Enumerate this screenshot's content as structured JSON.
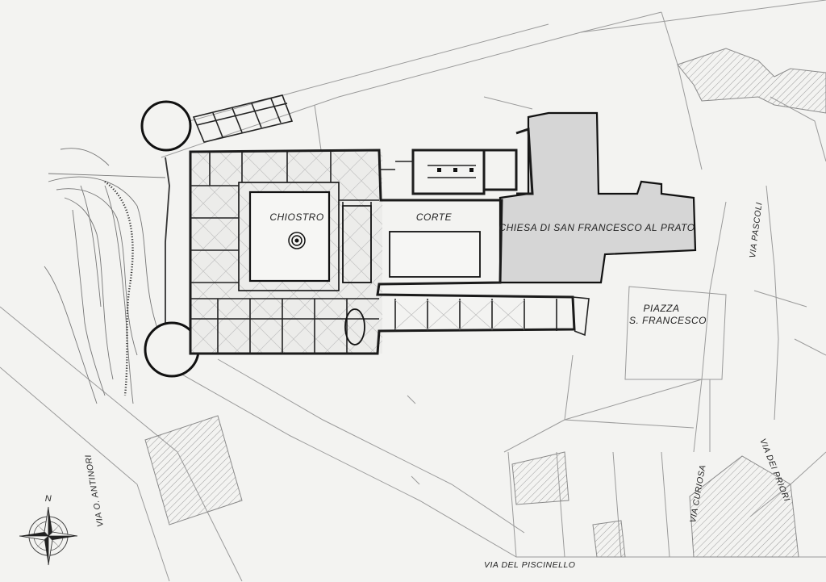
{
  "plan": {
    "north_label": "N",
    "rooms": {
      "cloister": "CHIOSTRO",
      "court": "CORTE",
      "church": "CHIESA DI SAN FRANCESCO AL PRATO"
    },
    "square": {
      "line1": "PIAZZA",
      "line2": "S. FRANCESCO"
    },
    "streets": {
      "pascoli": "VIA PASCOLI",
      "antinori": "VIA O. ANTINORI",
      "curiosa": "VIA CURIOSA",
      "priori": "VIA DEI PRIORI",
      "piscinello": "VIA DEL PISCINELLO"
    },
    "colors": {
      "paper": "#f3f3f1",
      "church_fill": "#d6d6d6",
      "walls": "#1a1a1a",
      "context_lines": "#9a9a9a"
    }
  }
}
